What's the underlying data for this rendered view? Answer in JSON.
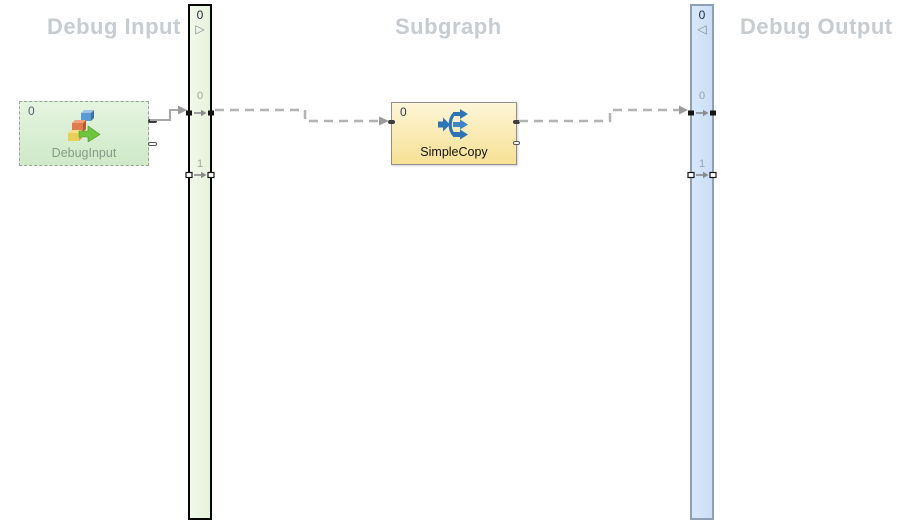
{
  "titles": {
    "input_area": "Debug Input",
    "subgraph_area": "Subgraph",
    "output_area": "Debug Output"
  },
  "glyphs": {
    "right_triangle": "▷",
    "left_triangle": "◁"
  },
  "input_bar": {
    "index": "0",
    "ports": [
      {
        "label": "0",
        "connected": true
      },
      {
        "label": "1",
        "connected": false
      }
    ]
  },
  "output_bar": {
    "index": "0",
    "ports": [
      {
        "label": "0",
        "connected": true
      },
      {
        "label": "1",
        "connected": false
      }
    ]
  },
  "nodes": {
    "debug_input": {
      "index": "0",
      "label": "DebugInput"
    },
    "simple_copy": {
      "index": "0",
      "label": "SimpleCopy"
    }
  },
  "colors": {
    "area_title": "#c7ccd1",
    "input_bar_fill": "#e9f5e1",
    "input_bar_border": "#060606",
    "output_bar_fill": "#cfe3f8",
    "output_bar_border": "#8fa0b5",
    "debug_input_node_fill": "#d8eed3",
    "simple_copy_node_fill": "#fae9a8",
    "connection_line": "#a8a8a8"
  }
}
